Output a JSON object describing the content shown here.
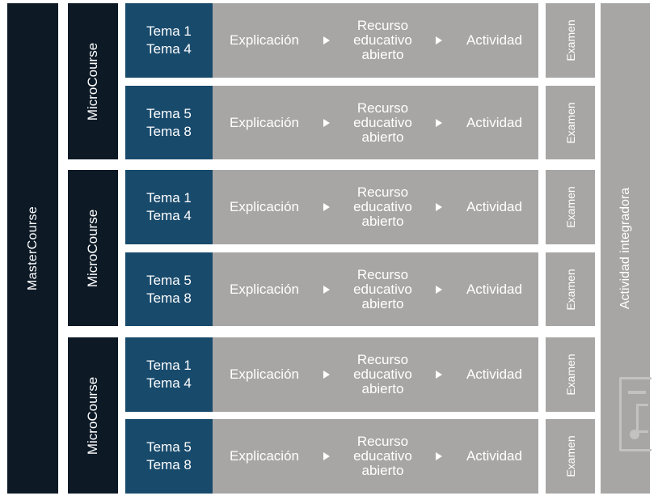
{
  "master": {
    "label": "MasterCourse"
  },
  "integrator": {
    "label": "Actividad integradora"
  },
  "micro_courses": [
    {
      "label": "MicroCourse"
    },
    {
      "label": "MicroCourse"
    },
    {
      "label": "MicroCourse"
    }
  ],
  "rows": [
    {
      "tema_a": "Tema 1",
      "tema_b": "Tema 4"
    },
    {
      "tema_a": "Tema 5",
      "tema_b": "Tema 8"
    },
    {
      "tema_a": "Tema 1",
      "tema_b": "Tema 4"
    },
    {
      "tema_a": "Tema 5",
      "tema_b": "Tema 8"
    },
    {
      "tema_a": "Tema 1",
      "tema_b": "Tema 4"
    },
    {
      "tema_a": "Tema 5",
      "tema_b": "Tema 8"
    }
  ],
  "steps": {
    "explicacion": "Explicación",
    "recurso_1": "Recurso",
    "recurso_2": "educativo",
    "recurso_3": "abierto",
    "actividad": "Actividad",
    "examen": "Examen"
  }
}
